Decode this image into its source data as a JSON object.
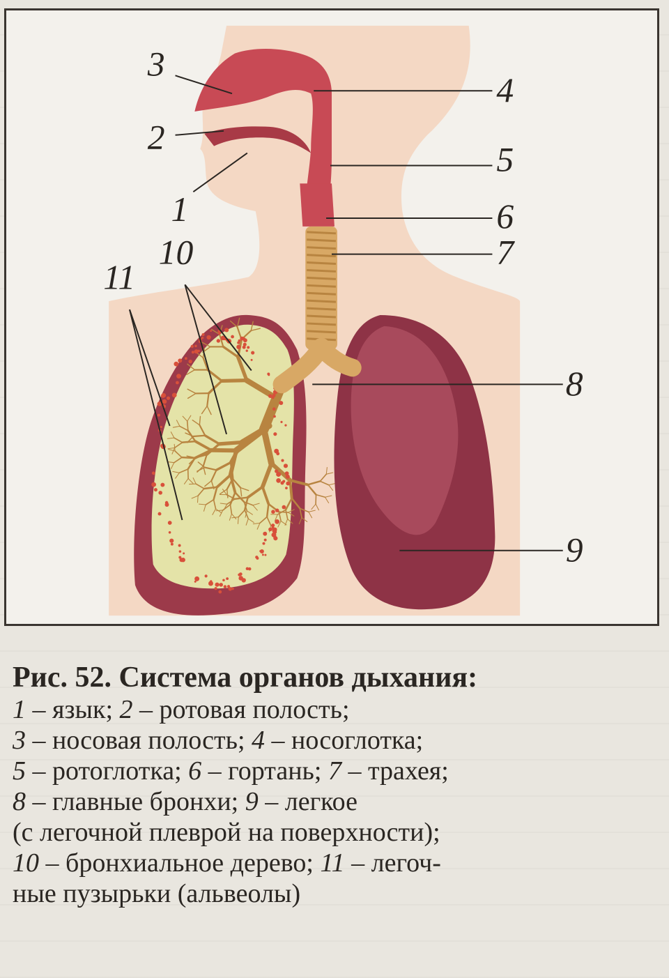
{
  "colors": {
    "skin": "#f4d8c4",
    "mucosa": "#c84a55",
    "mucosa_dark": "#a83a46",
    "trachea": "#d8a865",
    "trachea_ring": "#b88440",
    "lung_cut": "#e4e3a8",
    "lung_outer": "#9c3a4a",
    "lung_right": "#8e3346",
    "lung_right_light": "#a84a5c",
    "frame_bg": "#f3f1ec"
  },
  "labels": {
    "n1": "1",
    "n2": "2",
    "n3": "3",
    "n4": "4",
    "n5": "5",
    "n6": "6",
    "n7": "7",
    "n8": "8",
    "n9": "9",
    "n10": "10",
    "n11": "11"
  },
  "caption": {
    "title": "Рис. 52. Система органов дыхания:",
    "l1": [
      {
        "n": "1",
        "t": " – язык; "
      },
      {
        "n": "2",
        "t": " – ротовая полость;"
      }
    ],
    "l2": [
      {
        "n": "3",
        "t": " – носовая полость; "
      },
      {
        "n": "4",
        "t": " – носоглотка;"
      }
    ],
    "l3": [
      {
        "n": "5",
        "t": " – ротоглотка; "
      },
      {
        "n": "6",
        "t": " – гортань; "
      },
      {
        "n": "7",
        "t": " – трахея;"
      }
    ],
    "l4": [
      {
        "n": "8",
        "t": " – главные бронхи; "
      },
      {
        "n": "9",
        "t": " – легкое"
      }
    ],
    "l5": "(с легочной плеврой на поверхности);",
    "l6": [
      {
        "n": "10",
        "t": " – бронхиальное дерево; "
      },
      {
        "n": "11",
        "t": " – легоч-"
      }
    ],
    "l7": "ные пузырьки (альвеолы)"
  }
}
